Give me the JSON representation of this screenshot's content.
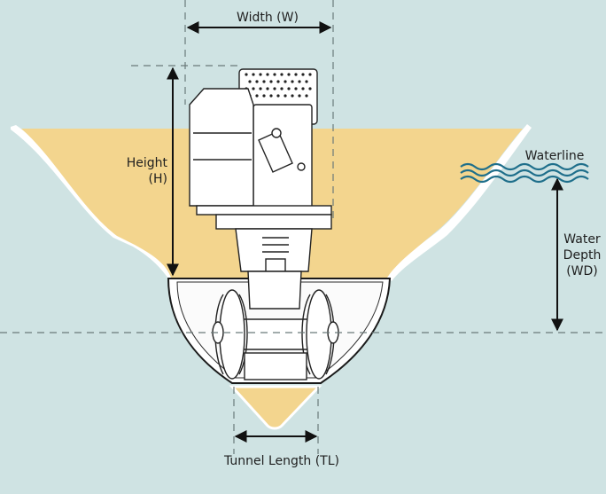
{
  "labels": {
    "width": "Width (W)",
    "height_line1": "Height",
    "height_line2": "(H)",
    "waterline": "Waterline",
    "water_depth_line1": "Water",
    "water_depth_line2": "Depth",
    "water_depth_line3": "(WD)",
    "tunnel_length": "Tunnel Length (TL)"
  },
  "colors": {
    "background": "#cfe3e3",
    "hull_fill": "#f3d58e",
    "hull_edge": "#ffffff",
    "tunnel_fill": "#ffffff",
    "outline": "#1a1a1a",
    "waves": "#1f6f8b",
    "dimension_line": "#111111",
    "dashed_guide": "#6b7a7a"
  },
  "icons": {
    "thruster": "bow-thruster-motor-icon",
    "waves": "waterline-waves-icon"
  }
}
